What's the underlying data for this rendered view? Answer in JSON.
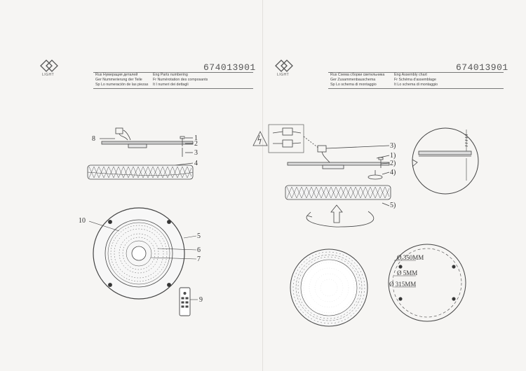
{
  "left_page": {
    "logo_text": "LIGHT",
    "model_number": "674013901",
    "headings": [
      "Rus Нумерация деталей",
      "Ger Nummerierung der Teile",
      "Sp Lo numeración de las piezas"
    ],
    "headings_right": [
      "Eng Parts numbering",
      "Fr Numérotation des composants",
      "It I numeri dei dettagli"
    ],
    "part_labels": [
      "1",
      "2",
      "3",
      "4",
      "5",
      "6",
      "7",
      "8",
      "9",
      "10"
    ]
  },
  "right_page": {
    "logo_text": "LIGHT",
    "model_number": "674013901",
    "headings": [
      "Rus Схема сборки светильника",
      "Ger Zusammenbauschema",
      "Sp Lo schema di montaggio"
    ],
    "headings_right": [
      "Eng Assembly chart",
      "Fr Schéma d'assemblage",
      "It Lo schema di montaggio"
    ],
    "step_labels": [
      "3)",
      "1)",
      "2)",
      "4)",
      "5)"
    ],
    "dimensions": [
      "Ø 350MM",
      "Ø 5MM",
      "Ø 315MM"
    ]
  }
}
